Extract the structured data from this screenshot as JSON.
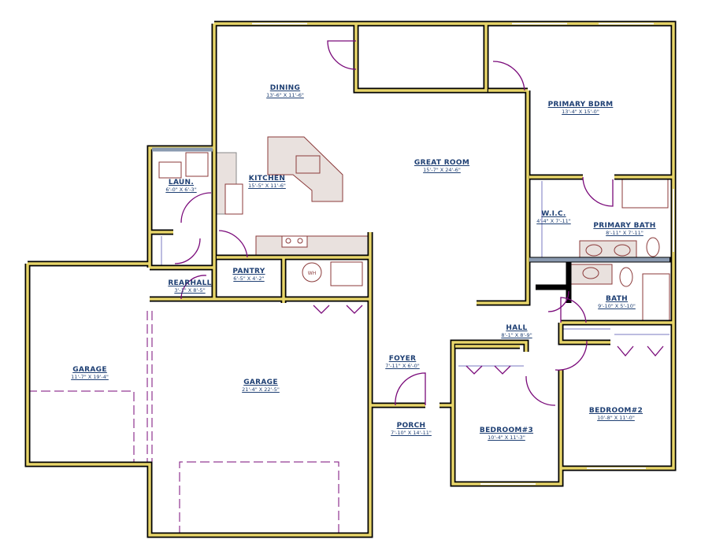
{
  "plan": {
    "wall_color": "#e8d66a",
    "wall_outline": "#000000",
    "door_color": "#7a0a7a",
    "fixture_color": "#8b3a3a",
    "label_color": "#1e3f73",
    "water_heater_label": "WH"
  },
  "rooms": [
    {
      "name": "DINING",
      "dims": "13'-6\" X 11'-6\""
    },
    {
      "name": "KITCHEN",
      "dims": "15'-5\" X 11'-6\""
    },
    {
      "name": "GREAT ROOM",
      "dims": "15'-7\" X 24'-6\""
    },
    {
      "name": "PRIMARY BDRM",
      "dims": "13'-4\" X 15'-0\""
    },
    {
      "name": "LAUN.",
      "dims": "6'-0\" X 6'-3\""
    },
    {
      "name": "W.I.C.",
      "dims": "4'-4\" X 7'-11\""
    },
    {
      "name": "PRIMARY BATH",
      "dims": "8'-11\" X 7'-11\""
    },
    {
      "name": "PANTRY",
      "dims": "6'-5\" X 4'-2\""
    },
    {
      "name": "REARHALL",
      "dims": "3'-1\" X 8'-5\""
    },
    {
      "name": "BATH",
      "dims": "9'-10\" X 5'-10\""
    },
    {
      "name": "HALL",
      "dims": "8'-1\" X 8'-9\""
    },
    {
      "name": "GARAGE",
      "dims": "11'-7\" X 19'-4\""
    },
    {
      "name": "GARAGE",
      "dims": "21'-4\" X 22'-5\""
    },
    {
      "name": "FOYER",
      "dims": "7'-11\" X 6'-0\""
    },
    {
      "name": "PORCH",
      "dims": "7'-10\" X 14'-11\""
    },
    {
      "name": "BEDROOM#3",
      "dims": "10'-4\" X 11'-3\""
    },
    {
      "name": "BEDROOM#2",
      "dims": "10'-8\" X 11'-0\""
    }
  ]
}
